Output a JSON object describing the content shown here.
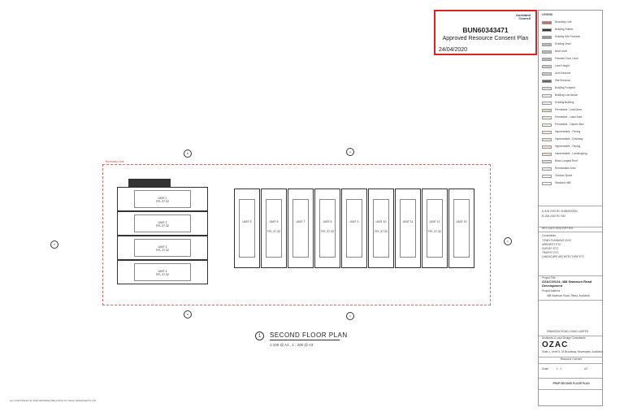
{
  "stamp": {
    "consent_id": "BUN60343471",
    "title": "Approved Resource Consent Plan",
    "date": "24/04/2020",
    "council_line1": "Auckland",
    "council_line2": "Council"
  },
  "legend": {
    "heading": "LEGEND",
    "items": [
      {
        "label": "Boundary Line",
        "color": "#d66"
      },
      {
        "label": "Building Outline",
        "color": "#333"
      },
      {
        "label": "Existing Site Features",
        "color": "#999"
      },
      {
        "label": "Existing Level",
        "color": "#bbb"
      },
      {
        "label": "New Level",
        "color": "#bbb"
      },
      {
        "label": "Finished Floor Level",
        "color": "#bbb"
      },
      {
        "label": "Level Height",
        "color": "#ccc"
      },
      {
        "label": "Unit Entrance",
        "color": "#ccc"
      },
      {
        "label": "Site Entrance",
        "color": "#666"
      },
      {
        "label": "Building Footprint",
        "color": "#ddd"
      },
      {
        "label": "Building Line Above",
        "color": "#eee"
      },
      {
        "label": "Existing Building",
        "color": "#eee"
      },
      {
        "label": "Permeable - Land Area",
        "color": "#cfe0c2"
      },
      {
        "label": "Permeable - Lawn Area",
        "color": "#e6efd8"
      },
      {
        "label": "Permeable - Garden Bed",
        "color": "#e9f2e3"
      },
      {
        "label": "Impermeable - Paving",
        "color": "#f3e7df"
      },
      {
        "label": "Impermeable - Driveway",
        "color": "#f0e4d8"
      },
      {
        "label": "Impermeable - Paving",
        "color": "#f1e0d3"
      },
      {
        "label": "Impermeable - Landscaping",
        "color": "#eedcd0"
      },
      {
        "label": "Block Longest Roof",
        "color": "#ddd"
      },
      {
        "label": "Remediation Area",
        "color": "#eee"
      },
      {
        "label": "Outdoor Space",
        "color": "#f2f2f2"
      },
      {
        "label": "Standard Infill",
        "color": "#f6f6f6"
      }
    ]
  },
  "revisions": {
    "rows": [
      "A  JUN 2019  RC SUBMISSION",
      "B  JAN 2020  RC S92"
    ],
    "header": "REV   DATE   DESCRIPTION",
    "consultants_heading": "Consultants",
    "consultants": [
      "TOWN PLANNING  CIVIX",
      "ARBORIST  ETC",
      "SURVEY  ETC",
      "TRAFFIC  ETC",
      "LANDSCAPE ARCHITECTURE  ETC"
    ]
  },
  "project": {
    "title_label": "Project Title",
    "title": "OZAC19124, 488 Swanson Road Development",
    "address_label": "Project Address",
    "address": "488 Swanson Road, Ranui, Auckland",
    "client": "SWANSON ROAD LIVING LIMITED"
  },
  "firm": {
    "line1": "Architects & Land Design Consultants",
    "logo": "OZAC",
    "address": "Suite 1, Level 5, 18 Broadway, Newmarket, Auckland"
  },
  "drawing": {
    "purpose": "Resource Consent",
    "title": "PROP SECOND FLOOR PLAN",
    "scale_label": "Scale",
    "scale": "1 : 1",
    "sheet": "A3"
  },
  "plan": {
    "title": "SECOND FLOOR PLAN",
    "number": "1",
    "scale": "1:100 @ A1 ,    1 : 200 @ A3",
    "boundary_label": "Boundary Line",
    "ffl": "FFL 37.32",
    "left_units": [
      "UNIT 1",
      "UNIT 2",
      "UNIT 3",
      "UNIT 4"
    ],
    "right_units": [
      "UNIT 5",
      "UNIT 6",
      "UNIT 7",
      "UNIT 8",
      "UNIT 9",
      "UNIT 10",
      "UNIT 11",
      "UNIT 12",
      "UNIT 13"
    ]
  },
  "copyright": "ALL COPYRIGHT IN THIS DRAWING BELONGS TO OZAC ARCHITECTS LTD"
}
